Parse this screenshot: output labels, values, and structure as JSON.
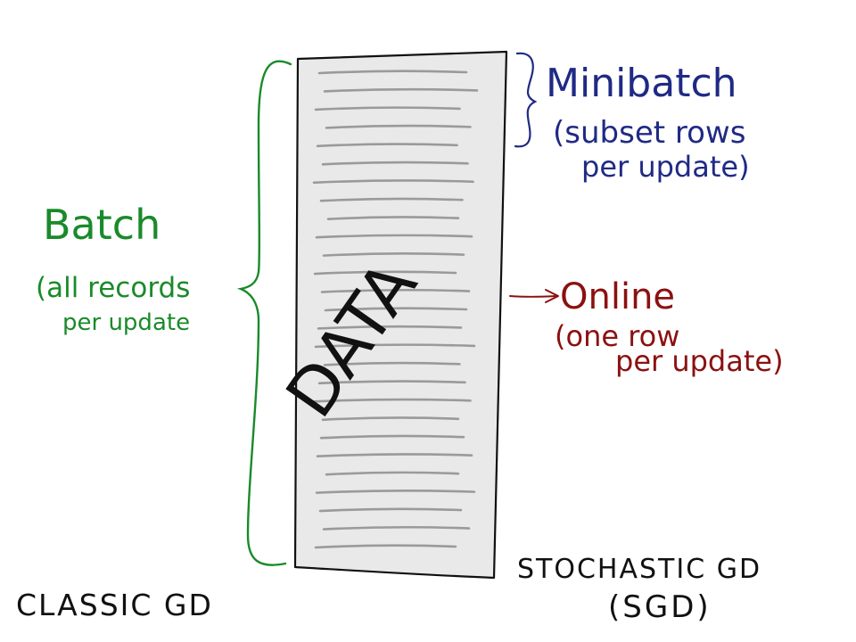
{
  "colors": {
    "background": "#ffffff",
    "outline": "#111111",
    "data_fill": "#e9e9e9",
    "row_lines": "#9a9a9a",
    "batch": "#1a8a2a",
    "minibatch": "#1f2a85",
    "online": "#8b1111",
    "ink": "#111111"
  },
  "data_block": {
    "label": "DATA",
    "row_count": 27
  },
  "batch": {
    "title": "Batch",
    "desc_line1": "(all records",
    "desc_line2": "per update"
  },
  "minibatch": {
    "title": "Minibatch",
    "desc_line1": "(subset rows",
    "desc_line2": "per update)"
  },
  "online": {
    "title": "Online",
    "desc_line1": "(one row",
    "desc_line2": "per update)"
  },
  "footer": {
    "classic": "CLASSIC GD",
    "stochastic_line1": "STOCHASTIC GD",
    "stochastic_line2": "(SGD)"
  }
}
